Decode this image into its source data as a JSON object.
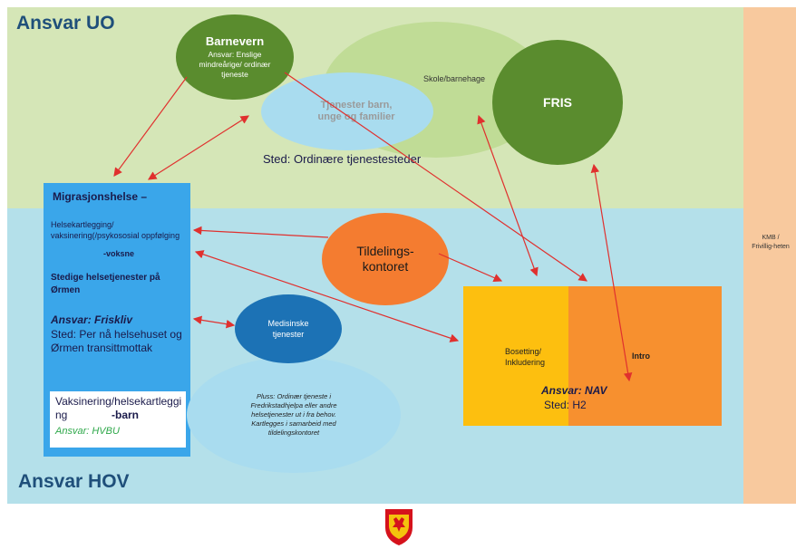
{
  "regions": {
    "top_title": "Ansvar UO",
    "bottom_title": "Ansvar HOV",
    "right_label": "KMB / Frivillig-heten"
  },
  "barnevern": {
    "title": "Barnevern",
    "text": "Ansvar: Enslige mindreårige/ ordinær tjeneste"
  },
  "skole": {
    "label": "Skole/barnehage"
  },
  "tjenester": {
    "label": "Tjenester barn, unge og familier"
  },
  "fris": {
    "label": "FRIS"
  },
  "sted_ordinaere": "Sted:  Ordinære tjenestesteder",
  "migrasjon": {
    "title": "Migrasjonshelse –",
    "text": "Helsekartlegging/ vaksinering(/psykososial oppfølging",
    "voksne": "-voksne",
    "stedige": "Stedige helsetjenester på Ørmen",
    "ansvar": "Ansvar: Friskliv",
    "sted": "Sted: Per nå helsehuset og Ørmen transittmottak"
  },
  "vaksinering": {
    "text": "Vaksinering/helsekartlegging",
    "barn": "-barn",
    "ansvar": "Ansvar: HVBU"
  },
  "tildeling": {
    "label": "Tildelings-kontoret"
  },
  "medisinske": {
    "label": "Medisinske tjenester"
  },
  "pluss": {
    "text": "Pluss: Ordinær tjeneste i Fredrikstadhjelpa eller andre helsetjenester ut i fra behov. Kartlegges i samarbeid med tildelingskontoret"
  },
  "bosetting": {
    "label": "Bosetting/ Inkludering"
  },
  "intro": {
    "label": "Intro"
  },
  "nav": {
    "ansvar": "Ansvar: NAV",
    "sted": "Sted: H2"
  },
  "colors": {
    "green_band": "#d5e6b7",
    "blue_band": "#b4e0ea",
    "orange_band": "#f8c99e",
    "dark_green": "#5a8c2e",
    "orange": "#f47c30",
    "arrow_red": "#e0302e"
  },
  "icons": {
    "crest": "coat-of-arms-icon"
  }
}
